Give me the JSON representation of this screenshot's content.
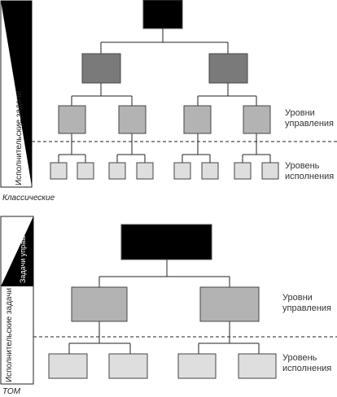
{
  "diagrams": [
    {
      "caption": "Классические",
      "left_white_label": "Исполнительские задачи",
      "right_labels": {
        "management": [
          "Уровни",
          "управления"
        ],
        "execution": [
          "Уровень",
          "исполнения"
        ]
      }
    },
    {
      "caption": "ТОМ",
      "left_white_label": "Исполнительские задачи",
      "left_black_label": "Задачи управления",
      "right_labels": {
        "management": [
          "Уровни",
          "управления"
        ],
        "execution": [
          "Уровень",
          "исполнения"
        ]
      }
    }
  ],
  "colors": {
    "top": "#000000",
    "level2": "#7a7a7a",
    "level3": "#b3b3b3",
    "level4": "#dedede"
  }
}
